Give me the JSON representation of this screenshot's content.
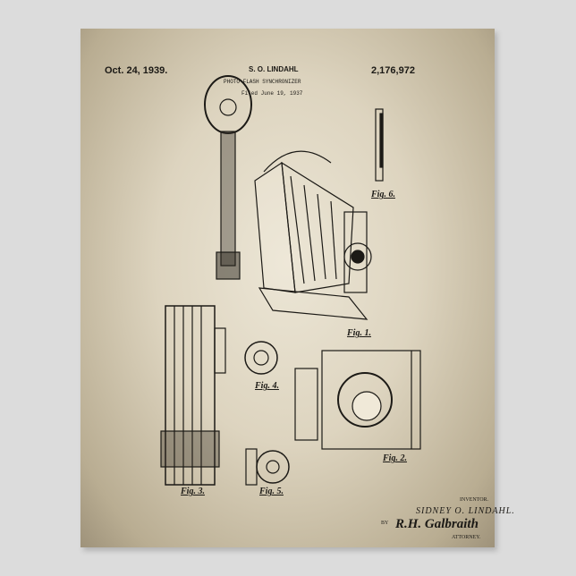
{
  "header": {
    "date": "Oct. 24, 1939.",
    "inventor": "S. O. LINDAHL",
    "patent_number": "2,176,972",
    "title": "PHOTO FLASH SYNCHRONIZER",
    "filed": "Filed June 19, 1937"
  },
  "figures": [
    "Fig. 1.",
    "Fig. 2.",
    "Fig. 4.",
    "Fig. 5.",
    "Fig. 6.",
    "Fig. 3."
  ],
  "footer": {
    "inventor_label": "INVENTOR.",
    "inventor_name": "SIDNEY O. LINDAHL.",
    "by": "BY",
    "signature": "R.H. Galbraith",
    "attorney_label": "ATTORNEY."
  }
}
